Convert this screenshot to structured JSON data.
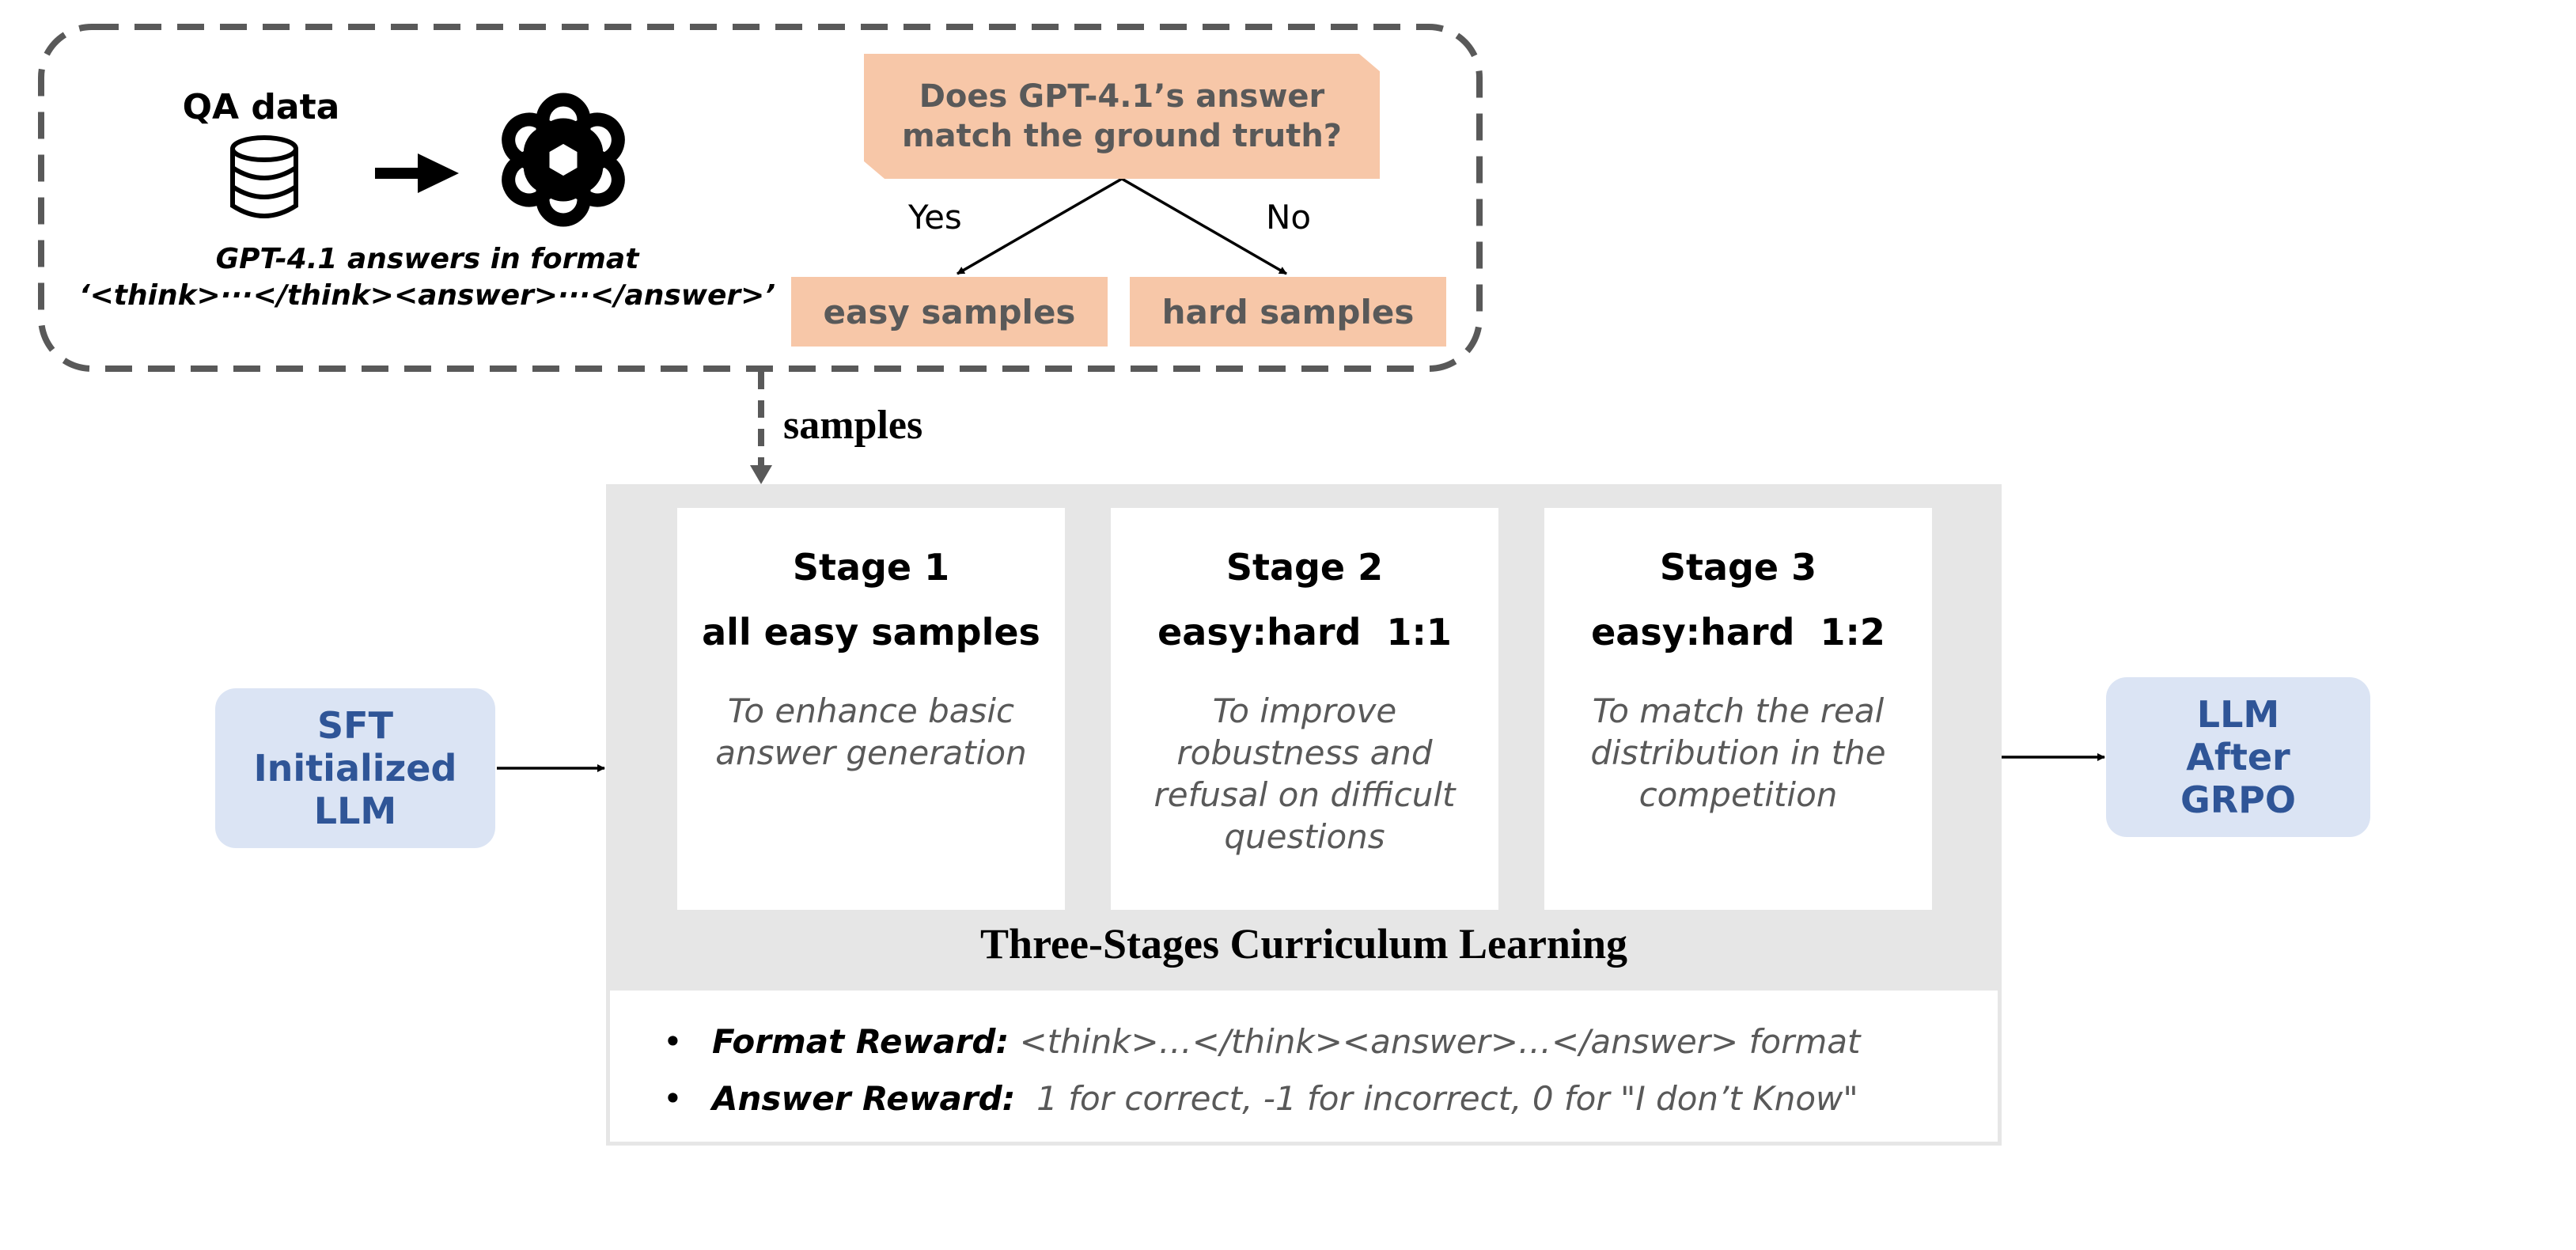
{
  "top_panel": {
    "qa_title": "QA data",
    "gpt_caption_line1": "GPT-4.1 answers in format",
    "gpt_caption_line2": "‘<think>···</think><answer>···</answer>’",
    "question_line1": "Does GPT-4.1’s answer",
    "question_line2": "match the ground truth?",
    "yes_label": "Yes",
    "no_label": "No",
    "easy_label": "easy samples",
    "hard_label": "hard samples"
  },
  "samples_label": "samples",
  "left_box": {
    "line1": "SFT",
    "line2": "Initialized",
    "line3": "LLM"
  },
  "right_box": {
    "line1": "LLM",
    "line2": "After",
    "line3": "GRPO"
  },
  "stages": [
    {
      "title": "Stage 1",
      "mix": "all easy samples",
      "goal": "To enhance basic answer generation"
    },
    {
      "title": "Stage 2",
      "mix": "easy:hard  1:1",
      "goal": "To improve robustness and refusal on difficult questions"
    },
    {
      "title": "Stage 3",
      "mix": "easy:hard  1:2",
      "goal": "To match the real distribution in the competition"
    }
  ],
  "curriculum_title": "Three-Stages  Curriculum Learning",
  "rewards": [
    {
      "bullet": "•",
      "name": "Format Reward:",
      "desc": " <think>…</think><answer>…</answer> format"
    },
    {
      "bullet": "•",
      "name": "Answer Reward:",
      "desc": "  1 for correct, -1 for incorrect, 0 for \"I don’t Know\""
    }
  ],
  "colors": {
    "peach": "#f7c7a8",
    "blue_box": "#dbe4f4",
    "blue_text": "#2f5597",
    "gray_panel": "#e6e6e6",
    "gray_text": "#595959"
  },
  "icons": [
    "database-icon",
    "right-arrow-icon",
    "openai-logo-icon"
  ]
}
